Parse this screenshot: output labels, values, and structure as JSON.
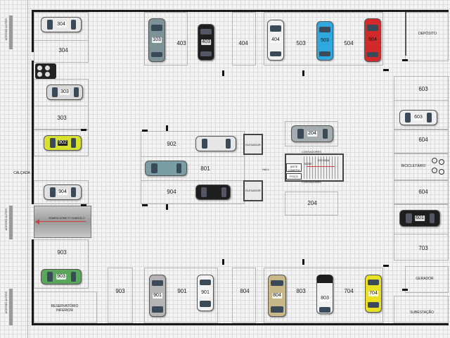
{
  "labels": {
    "acesso_top": "ACESSO AUTOS",
    "acesso_mid": "ACESSO AUTOS",
    "acesso_bot": "ACESSO AUTOS",
    "calcada": "CALÇADA",
    "deposito": "DEPÓSITO",
    "elevador_top": "ELEVADOR",
    "elevador_bot": "ELEVADOR",
    "hall": "HALL",
    "contadores_top": "CONTADORES",
    "contadores_bot": "CONTADORES",
    "escada": "ESCADA",
    "sobe": "SOBE",
    "ante_camera": "ANTE CÂMERA",
    "poco": "POÇO",
    "bicicletario": "BICICLETÁRIO",
    "rampa": "RAMPA SOBE P/ SUBSOLO",
    "reservatorio": "RESERVATÓRIO INFERIOR",
    "gerador": "GERADOR",
    "subestacao": "SUBESTAÇÃO"
  },
  "spots": {
    "s304": "304",
    "s403": "403",
    "s404": "404",
    "s503": "503",
    "s504": "504",
    "s303": "303",
    "s603": "603",
    "s604a": "604",
    "s604b": "604",
    "s703": "703",
    "s902": "902",
    "s801": "801",
    "s904c": "904",
    "s204": "204",
    "s903a": "903",
    "s903b": "903",
    "s901": "901",
    "s804": "804",
    "s803": "803",
    "s704": "704"
  },
  "cars": {
    "c304": "304",
    "c103": "103",
    "c403": "403",
    "c404": "404",
    "c503": "503",
    "c504": "504",
    "c303": "303",
    "c603": "603",
    "c902": "902",
    "c904": "904",
    "c903": "903",
    "c204": "204",
    "c601": "601",
    "c901a": "901",
    "c901b": "901",
    "c804": "804",
    "c803": "803",
    "c704": "704"
  },
  "colors": {
    "wall": "#1a1a1a",
    "grid": "#dcdcdc",
    "background": "#f4f4f4",
    "ramp": "#b0b0b0",
    "arrow": "#d04040"
  }
}
